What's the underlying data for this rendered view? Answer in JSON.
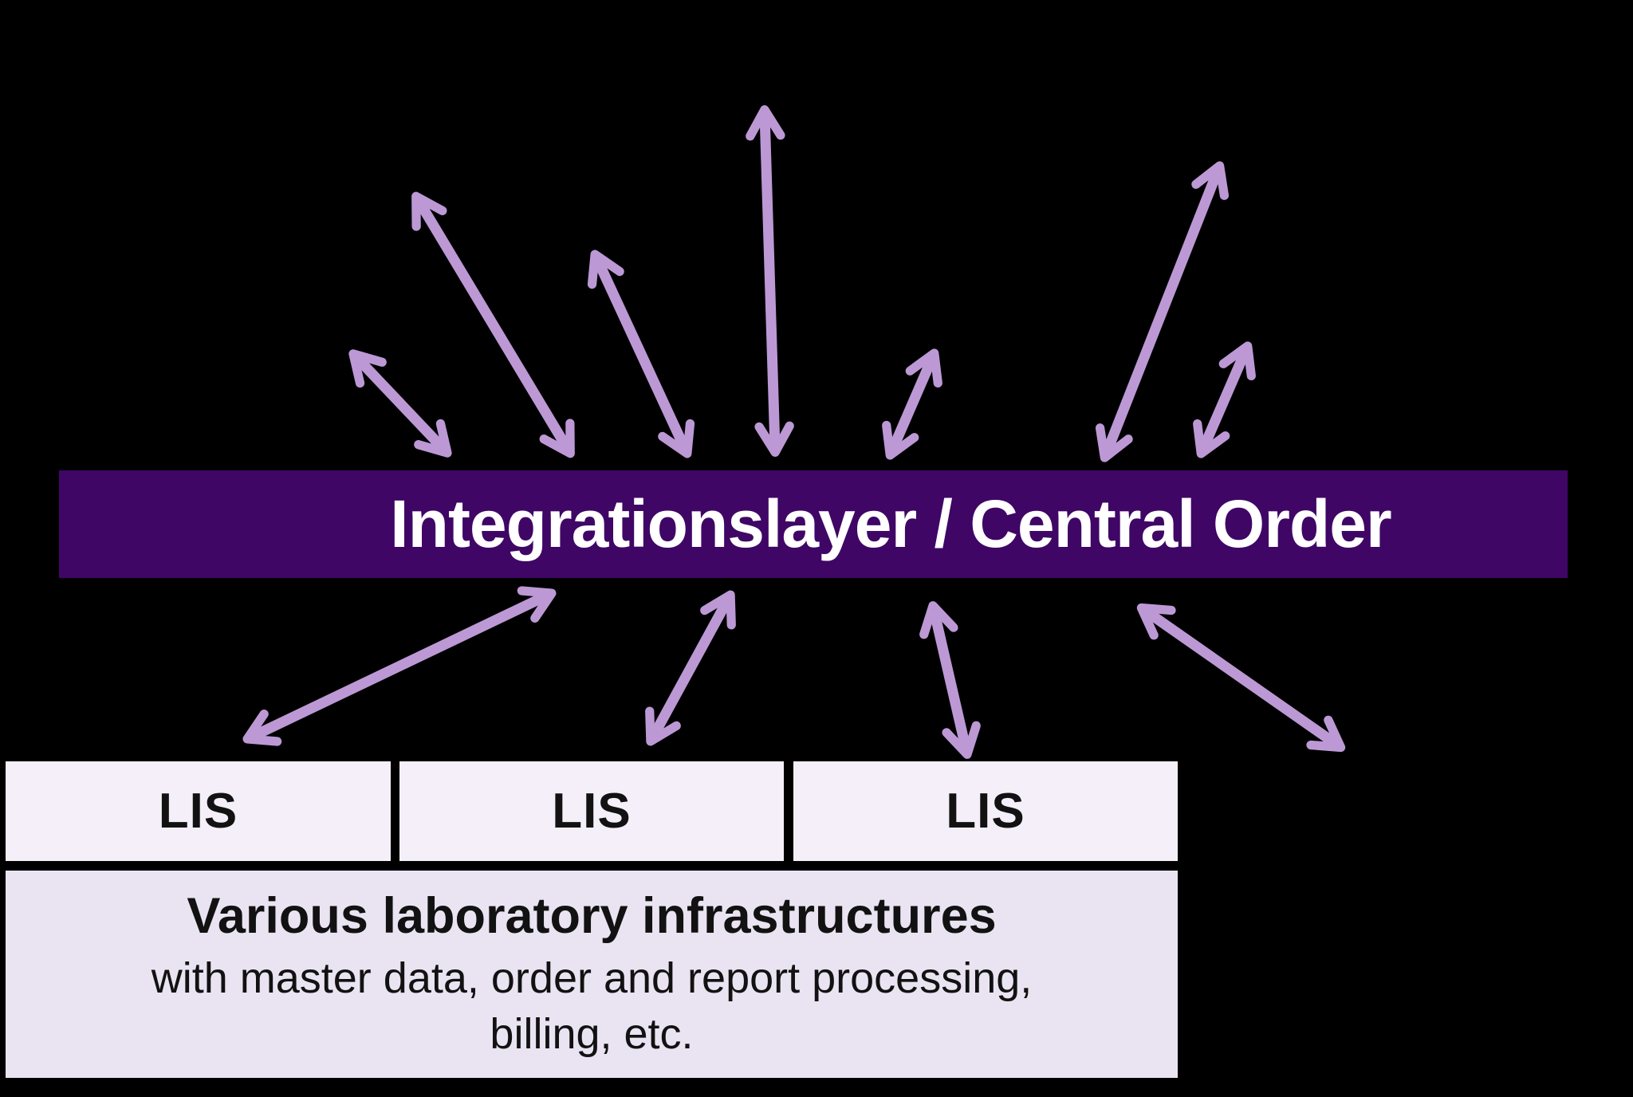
{
  "diagram": {
    "banner": {
      "label": "Integrationslayer / Central Order"
    },
    "lis_boxes": [
      {
        "label": "LIS"
      },
      {
        "label": "LIS"
      },
      {
        "label": "LIS"
      }
    ],
    "infrastructure_box": {
      "title": "Various laboratory infrastructures",
      "line2": "with master data, order and report processing,",
      "line3": "billing, etc."
    },
    "colors": {
      "background": "#000000",
      "banner_bg": "#3F0666",
      "banner_text": "#FFFFFF",
      "arrow": "#BC99D5",
      "lis_box_bg": "#F4EFF8",
      "infra_box_bg": "#EAE4F2",
      "box_text": "#121212"
    },
    "arrows_above_banner": [
      [
        558,
        565,
        446,
        447
      ],
      [
        713,
        565,
        524,
        250
      ],
      [
        860,
        565,
        748,
        323
      ],
      [
        972,
        563,
        959,
        142
      ],
      [
        1118,
        567,
        1170,
        447
      ],
      [
        1387,
        570,
        1528,
        212
      ],
      [
        1508,
        565,
        1563,
        438
      ]
    ],
    "arrows_below_banner": [
      [
        688,
        746,
        314,
        925
      ],
      [
        914,
        750,
        818,
        926
      ],
      [
        1171,
        764,
        1212,
        942
      ],
      [
        1435,
        765,
        1678,
        935
      ]
    ]
  }
}
